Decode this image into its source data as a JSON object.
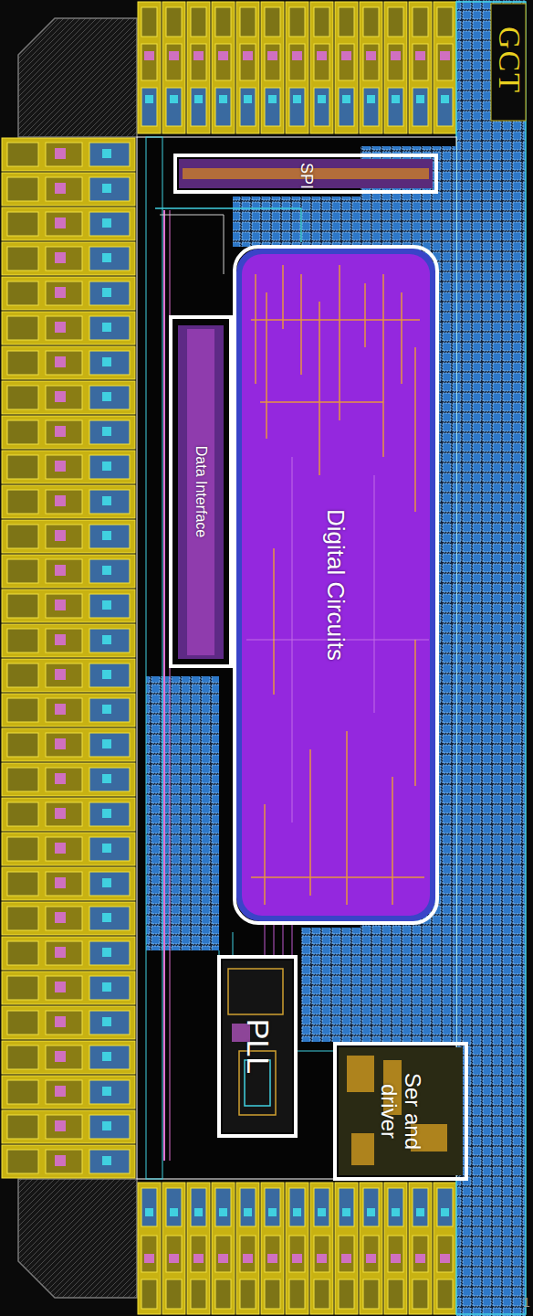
{
  "diagram": {
    "nodes": [
      {
        "text": [
          "SPI"
        ]
      },
      {
        "text": [
          "Digital Circuits"
        ]
      },
      {
        "text": [
          "Data Interface"
        ]
      },
      {
        "text": [
          "PLL"
        ]
      },
      {
        "text": [
          "Ser and driver"
        ]
      }
    ],
    "labels": [
      "GCT",
      "1"
    ]
  }
}
